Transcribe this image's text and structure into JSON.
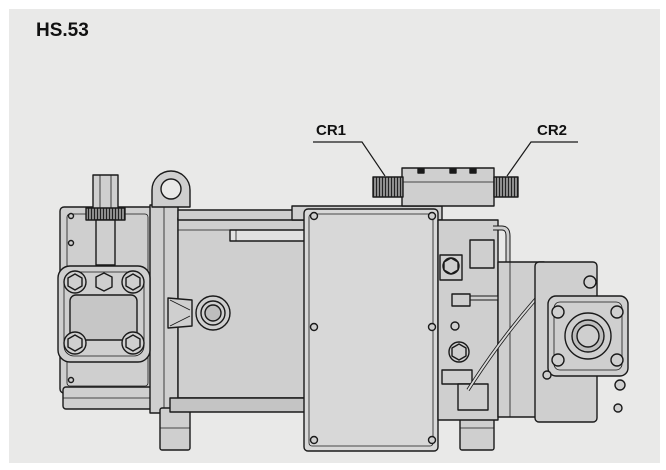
{
  "title": "HS.53",
  "callouts": {
    "cr1": "CR1",
    "cr2": "CR2"
  },
  "colors": {
    "background": "#e9e9e8",
    "body_fill": "#cfcfcf",
    "line": "#1a1a1a",
    "panel_fill": "#d8d8d8"
  }
}
